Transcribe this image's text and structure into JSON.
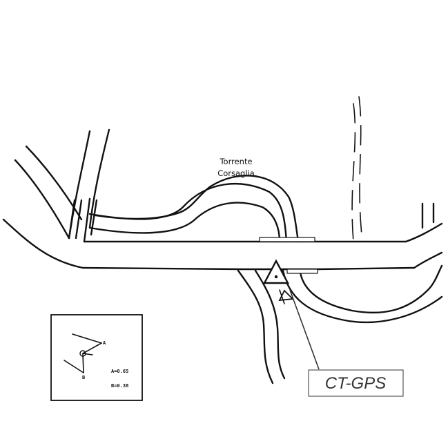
{
  "river": {
    "name_line1": "Torrente",
    "name_line2": "Corsaglia"
  },
  "station": {
    "label": "CT-GPS"
  },
  "inset": {
    "point_a": "A",
    "point_b": "B",
    "value_a": "A=0.65",
    "value_b": "B=0.38"
  },
  "colors": {
    "line": "#111111",
    "callout_text": "#333333",
    "background": "#ffffff"
  }
}
